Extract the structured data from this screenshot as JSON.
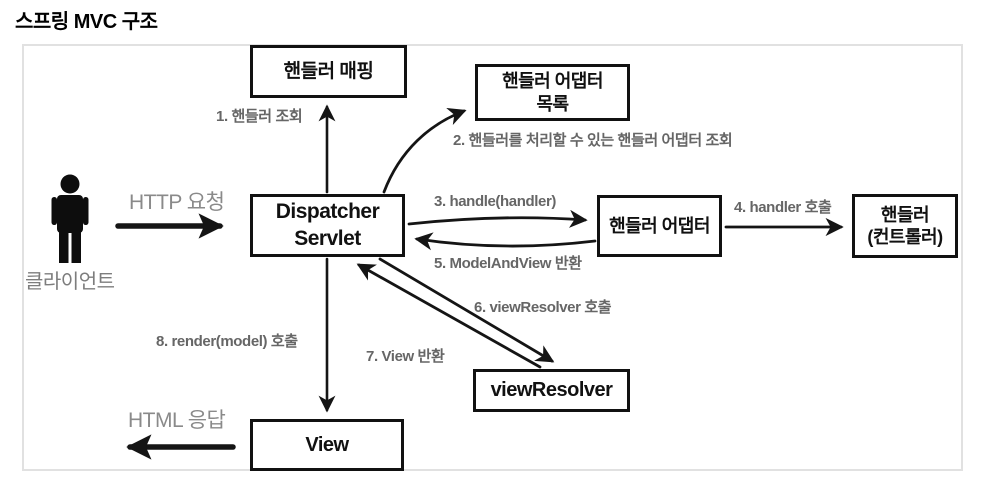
{
  "page": {
    "title": "스프링 MVC 구조"
  },
  "diagram": {
    "actor": {
      "label": "클라이언트"
    },
    "nodes": {
      "handler_mapping": {
        "label": "핸들러 매핑"
      },
      "handler_adapter_list": {
        "line1": "핸들러 어댑터",
        "line2": "목록"
      },
      "dispatcher_servlet": {
        "line1": "Dispatcher",
        "line2": "Servlet"
      },
      "handler_adapter": {
        "label": "핸들러 어댑터"
      },
      "handler_controller": {
        "line1": "핸들러",
        "line2": "(컨트롤러)"
      },
      "view_resolver": {
        "label": "viewResolver"
      },
      "view": {
        "label": "View"
      }
    },
    "edges": {
      "http_request": {
        "label": "HTTP 요청"
      },
      "step1": {
        "label": "1. 핸들러 조회"
      },
      "step2": {
        "label": "2. 핸들러를 처리할 수 있는 핸들러 어댑터 조회"
      },
      "step3": {
        "label": "3. handle(handler)"
      },
      "step4": {
        "label": "4. handler 호출"
      },
      "step5": {
        "label": "5. ModelAndView 반환"
      },
      "step6": {
        "label": "6. viewResolver 호출"
      },
      "step7": {
        "label": "7. View 반환"
      },
      "step8": {
        "label": "8. render(model) 호출"
      },
      "html_response": {
        "label": "HTML 응답"
      }
    },
    "colors": {
      "box_border": "#111111",
      "arrow": "#151515",
      "step_label": "#666666",
      "io_label": "#8a8a8a",
      "frame_border": "#e1e1e1"
    }
  }
}
